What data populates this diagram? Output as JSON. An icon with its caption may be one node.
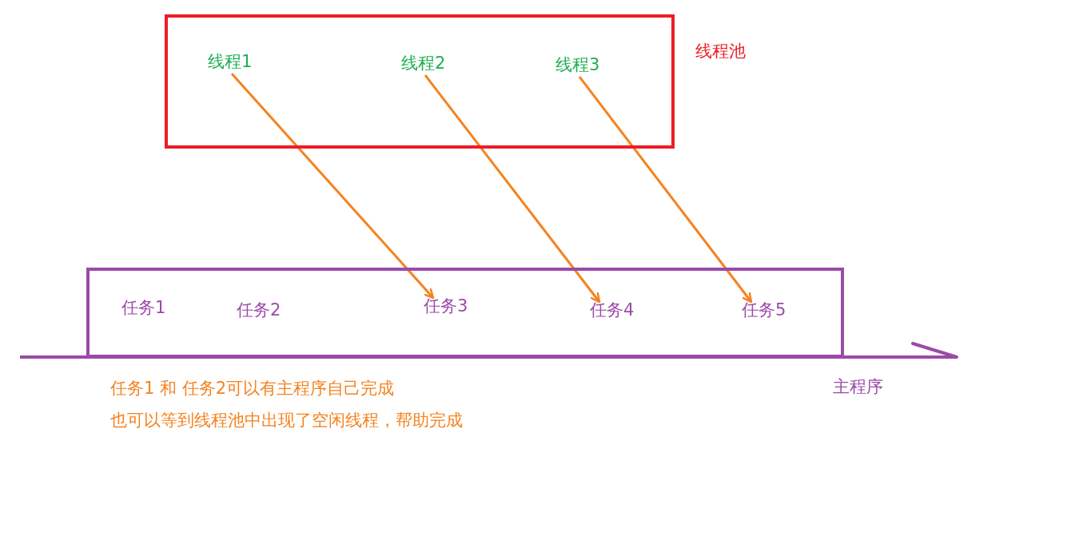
{
  "diagram": {
    "nodes": [
      {
        "text": [
          "线程池"
        ]
      },
      {
        "text": [
          "线程1"
        ],
        "in": 0
      },
      {
        "text": [
          "线程2"
        ],
        "in": 0
      },
      {
        "text": [
          "线程3"
        ],
        "in": 0
      },
      {
        "text": [],
        "shape": "box"
      },
      {
        "text": [
          "任务1"
        ],
        "in": 4
      },
      {
        "text": [
          "任务2"
        ],
        "in": 4
      },
      {
        "text": [
          "任务3"
        ],
        "in": 4
      },
      {
        "text": [
          "任务4"
        ],
        "in": 4
      },
      {
        "text": [
          "任务5"
        ],
        "in": 4
      }
    ],
    "edges": [
      {
        "from": 1,
        "to": 7,
        "arrow": "to"
      },
      {
        "from": 2,
        "to": 8,
        "arrow": "to"
      },
      {
        "from": 3,
        "to": 9,
        "arrow": "to"
      }
    ],
    "labels": [
      "任务1 和 任务2可以有主程序自己完成",
      "也可以等到线程池中出现了空闲线程，帮助完成",
      "主程序"
    ]
  }
}
